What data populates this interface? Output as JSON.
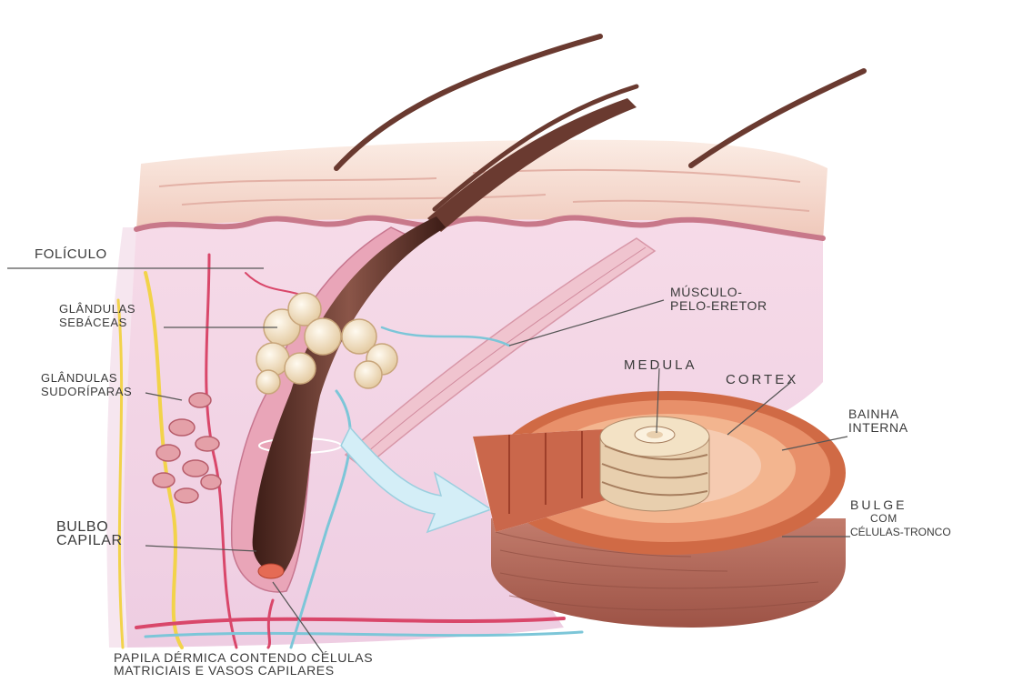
{
  "labels": {
    "foliculo": "FOLÍCULO",
    "glandulas_sebaceas": [
      "GLÂNDULAS",
      "SEBÁCEAS"
    ],
    "glandulas_sudoriparas": [
      "GLÂNDULAS",
      "SUDORÍPARAS"
    ],
    "bulbo_capilar": [
      "BULBO",
      "CAPILAR"
    ],
    "papila": [
      "PAPILA DÉRMICA CONTENDO CÉLULAS",
      "MATRICIAIS E VASOS CAPILARES"
    ],
    "musculo": [
      "MÚSCULO-",
      "PELO-ERETOR"
    ],
    "medula": "MEDULA",
    "cortex": "CORTEX",
    "bainha": [
      "BAINHA",
      "INTERNA"
    ],
    "bulge": [
      "BULGE",
      "COM",
      "CÉLULAS-TRONCO"
    ]
  },
  "colors": {
    "skin_top": "#f6dcd0",
    "dermis": "#f3d7e6",
    "hair_shaft": "#5a3028",
    "cylinder_outer": "#d06a45",
    "cylinder_wall": "#b86a5e",
    "sebaceous": "#f1e2c0",
    "vessel_red": "#d9476a",
    "vessel_blue": "#7cc6d8",
    "nerve_yellow": "#f2d34a",
    "leader_line": "#555555"
  }
}
